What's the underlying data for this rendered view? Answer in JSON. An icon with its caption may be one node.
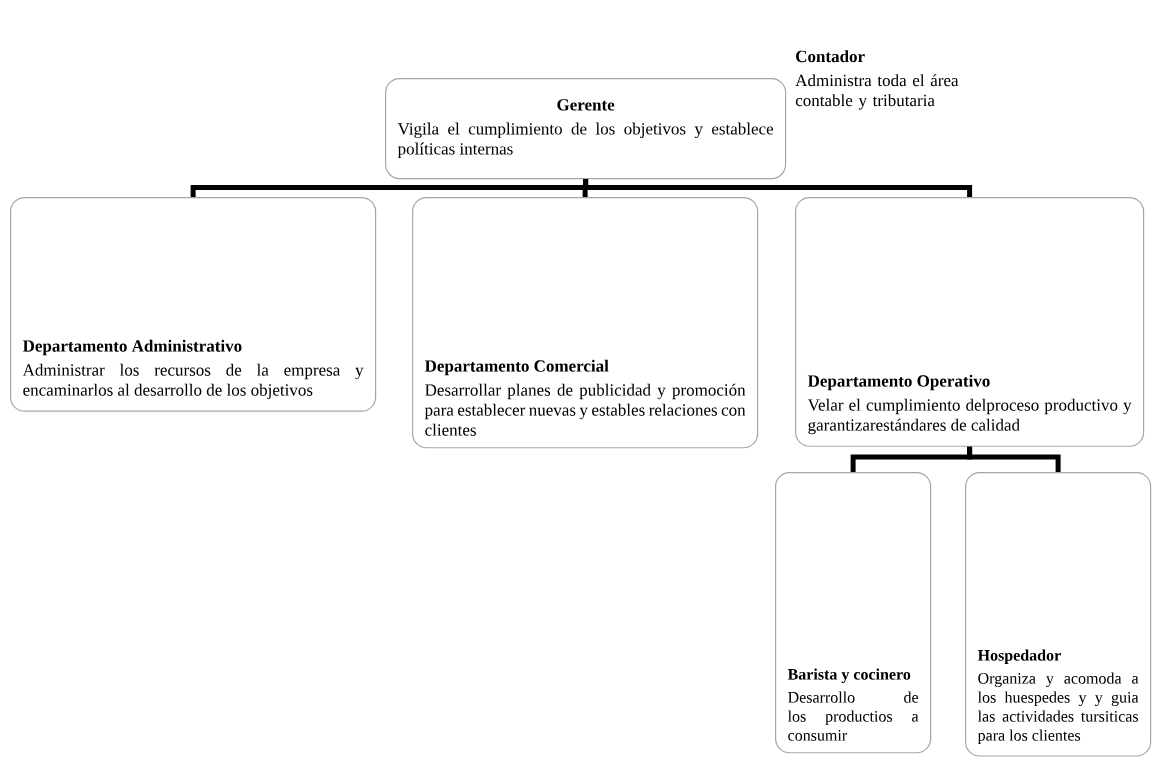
{
  "diagram": {
    "nodes": [
      {
        "text": [
          "Gerente",
          "Vigila el cumplimiento de los objetivos y establece políticas internas"
        ]
      },
      {
        "text": [
          "Departamento Administrativo",
          "Administrar los recursos de la empresa y encaminarlos al desarrollo de los objetivos"
        ]
      },
      {
        "text": [
          "Departamento Comercial",
          "Desarrollar planes de publicidad y promoción para establecer nuevas y estables relaciones con clientes"
        ]
      },
      {
        "text": [
          "Departamento Operativo",
          "Velar el cumplimiento delproceso productivo y garantizarestándares de calidad"
        ]
      },
      {
        "text": [
          "Barista y cocinero",
          "Desarrollo de los productios a consumir"
        ]
      },
      {
        "text": [
          "Hospedador",
          "Organiza y acomoda a los huespedes y y guia las actividades tursiticas para los clientes"
        ]
      }
    ],
    "edges": [
      {
        "from": 0,
        "to": 1,
        "arrow": "none"
      },
      {
        "from": 0,
        "to": 2,
        "arrow": "none"
      },
      {
        "from": 0,
        "to": 3,
        "arrow": "none"
      },
      {
        "from": 3,
        "to": 4,
        "arrow": "none"
      },
      {
        "from": 3,
        "to": 5,
        "arrow": "none"
      }
    ],
    "labels": [
      "Contador",
      "Administra toda el área contable y tributaria"
    ]
  }
}
